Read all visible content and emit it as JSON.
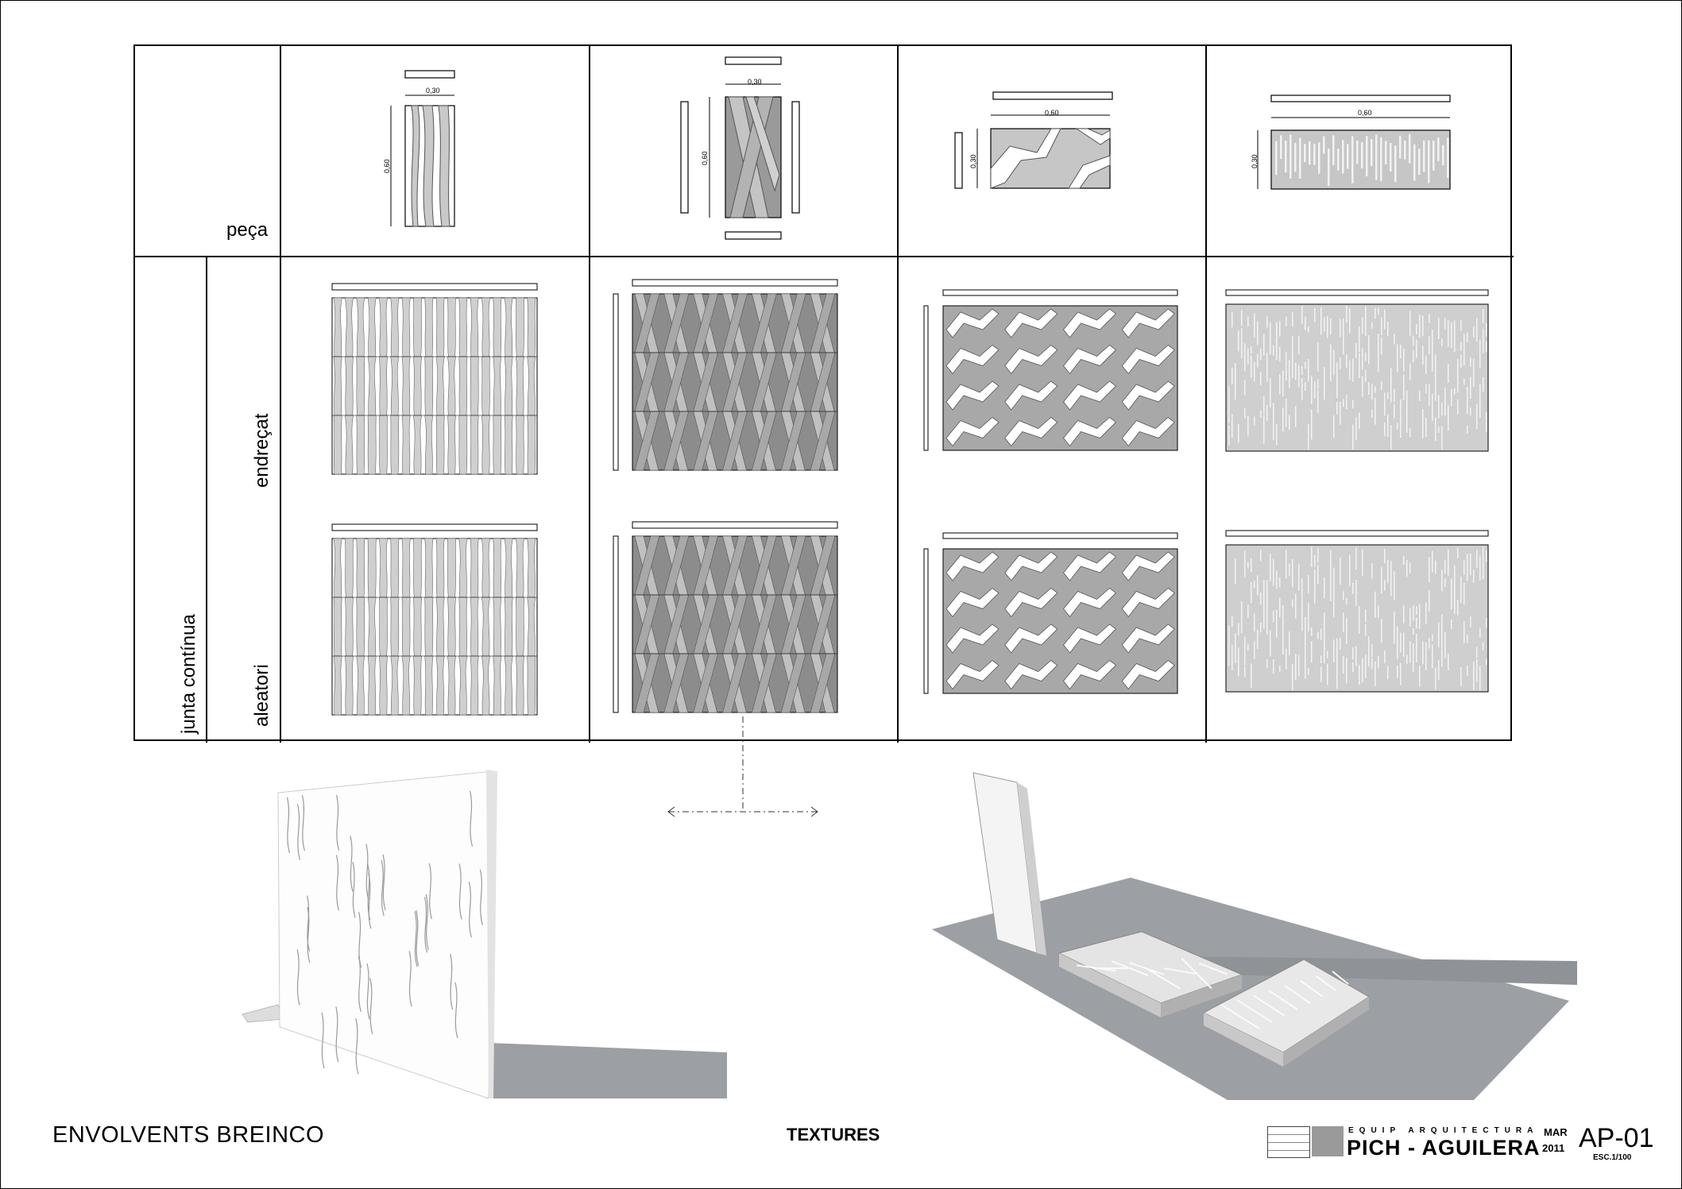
{
  "matrix": {
    "header_row_label": "peça",
    "group_label": "junta contínua",
    "row_labels": [
      "endreçat",
      "aleatori"
    ],
    "dimensions": {
      "t1_width": "0,30",
      "t1_height": "0,60",
      "t2_width": "0,30",
      "t2_height": "0,60",
      "t3_width": "0,60",
      "t3_height": "0,30",
      "t4_width": "0,60",
      "t4_height": "0,30"
    }
  },
  "footer": {
    "project_title": "ENVOLVENTS BREINCO",
    "sheet_subject": "TEXTURES"
  },
  "title_block": {
    "firm_tagline": "EQUIP ARQUITECTURA",
    "firm_name": "PICH - AGUILERA",
    "month": "MAR",
    "year": "2011",
    "sheet_code": "AP-01",
    "scale": "ESC.1/100"
  },
  "colors": {
    "tile_light": "#cfcfcf",
    "tile_mid": "#a8a8a8",
    "tile_dark": "#8c8c8c",
    "shadow": "#9c9fa3"
  }
}
